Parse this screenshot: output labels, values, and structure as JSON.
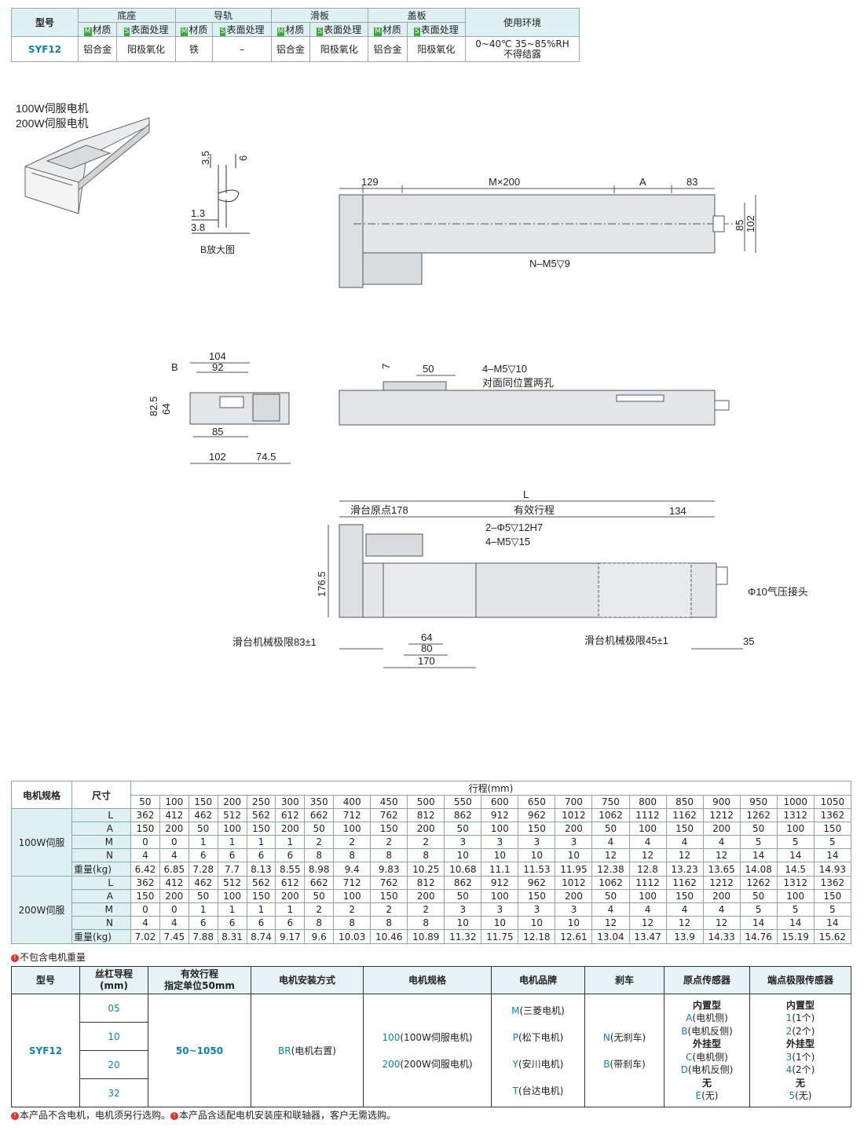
{
  "spec_table": {
    "headers": {
      "model": "型号",
      "base": "底座",
      "rail": "导轨",
      "slide": "滑板",
      "cover": "盖板",
      "env": "使用环境",
      "material_badge": "M",
      "material": "材质",
      "surface_badge": "S",
      "surface": "表面处理"
    },
    "row": {
      "model": "SYF12",
      "base_material": "铝合金",
      "base_surface": "阳极氧化",
      "rail_material": "铁",
      "rail_surface": "–",
      "slide_material": "铝合金",
      "slide_surface": "阳极氧化",
      "cover_material": "铝合金",
      "cover_surface": "阳极氧化",
      "env_line1": "0~40℃ 35~85%RH",
      "env_line2": "不得结露"
    }
  },
  "drawing": {
    "motor_line1": "100W伺服电机",
    "motor_line2": "200W伺服电机",
    "detail_caption": "B放大图",
    "dims": {
      "d3_5": "3.5",
      "d6": "6",
      "d1_3": "1.3",
      "d3_8": "3.8",
      "d129": "129",
      "m200": "M×200",
      "a": "A",
      "d83": "83",
      "d85": "85",
      "d102": "102",
      "nm5": "N–M5▽9",
      "d104": "104",
      "d92": "92",
      "b": "B",
      "d82_5": "82.5",
      "d64": "64",
      "d85b": "85",
      "d102b": "102",
      "d74_5": "74.5",
      "d7": "7",
      "d50": "50",
      "m5_10": "4–M5▽10",
      "same_pos": "对面同位置两孔",
      "L": "L",
      "origin": "滑台原点178",
      "eff": "有效行程",
      "d134": "134",
      "phi5": "2–Φ5▽12H7",
      "m5_15": "4–M5▽15",
      "d176_5": "176.5",
      "phi10": "Φ10气压接头",
      "limit_left": "滑台机械极限83±1",
      "d64b": "64",
      "d80": "80",
      "d170": "170",
      "limit_right": "滑台机械极限45±1",
      "d35": "35"
    }
  },
  "stroke_table": {
    "col_motor": "电机规格",
    "col_size": "尺寸",
    "col_stroke": "行程(mm)",
    "strokes": [
      "50",
      "100",
      "150",
      "200",
      "250",
      "300",
      "350",
      "400",
      "450",
      "500",
      "550",
      "600",
      "650",
      "700",
      "750",
      "800",
      "850",
      "900",
      "950",
      "1000",
      "1050"
    ],
    "groups": [
      {
        "motor": "100W伺服",
        "rows": [
          {
            "label": "L",
            "values": [
              "362",
              "412",
              "462",
              "512",
              "562",
              "612",
              "662",
              "712",
              "762",
              "812",
              "862",
              "912",
              "962",
              "1012",
              "1062",
              "1112",
              "1162",
              "1212",
              "1262",
              "1312",
              "1362"
            ]
          },
          {
            "label": "A",
            "values": [
              "150",
              "200",
              "50",
              "100",
              "150",
              "200",
              "50",
              "100",
              "150",
              "200",
              "50",
              "100",
              "150",
              "200",
              "50",
              "100",
              "150",
              "200",
              "50",
              "100",
              "150"
            ]
          },
          {
            "label": "M",
            "values": [
              "0",
              "0",
              "1",
              "1",
              "1",
              "1",
              "2",
              "2",
              "2",
              "2",
              "3",
              "3",
              "3",
              "3",
              "4",
              "4",
              "4",
              "4",
              "5",
              "5",
              "5"
            ]
          },
          {
            "label": "N",
            "values": [
              "4",
              "4",
              "6",
              "6",
              "6",
              "6",
              "8",
              "8",
              "8",
              "8",
              "10",
              "10",
              "10",
              "10",
              "12",
              "12",
              "12",
              "12",
              "14",
              "14",
              "14"
            ]
          },
          {
            "label": "重量(kg)",
            "values": [
              "6.42",
              "6.85",
              "7.28",
              "7.7",
              "8.13",
              "8.55",
              "8.98",
              "9.4",
              "9.83",
              "10.25",
              "10.68",
              "11.1",
              "11.53",
              "11.95",
              "12.38",
              "12.8",
              "13.23",
              "13.65",
              "14.08",
              "14.5",
              "14.93"
            ]
          }
        ]
      },
      {
        "motor": "200W伺服",
        "rows": [
          {
            "label": "L",
            "values": [
              "362",
              "412",
              "462",
              "512",
              "562",
              "612",
              "662",
              "712",
              "762",
              "812",
              "862",
              "912",
              "962",
              "1012",
              "1062",
              "1112",
              "1162",
              "1212",
              "1262",
              "1312",
              "1362"
            ]
          },
          {
            "label": "A",
            "values": [
              "150",
              "200",
              "50",
              "100",
              "150",
              "200",
              "50",
              "100",
              "150",
              "200",
              "50",
              "100",
              "150",
              "200",
              "50",
              "100",
              "150",
              "200",
              "50",
              "100",
              "150"
            ]
          },
          {
            "label": "M",
            "values": [
              "0",
              "0",
              "1",
              "1",
              "1",
              "1",
              "2",
              "2",
              "2",
              "2",
              "3",
              "3",
              "3",
              "3",
              "4",
              "4",
              "4",
              "4",
              "5",
              "5",
              "5"
            ]
          },
          {
            "label": "N",
            "values": [
              "4",
              "4",
              "6",
              "6",
              "6",
              "6",
              "8",
              "8",
              "8",
              "8",
              "10",
              "10",
              "10",
              "10",
              "12",
              "12",
              "12",
              "12",
              "14",
              "14",
              "14"
            ]
          },
          {
            "label": "重量(kg)",
            "values": [
              "7.02",
              "7.45",
              "7.88",
              "8.31",
              "8.74",
              "9.17",
              "9.6",
              "10.03",
              "10.46",
              "10.89",
              "11.32",
              "11.75",
              "12.18",
              "12.61",
              "13.04",
              "13.47",
              "13.9",
              "14.33",
              "14.76",
              "15.19",
              "15.62"
            ]
          }
        ]
      }
    ],
    "note": "不包含电机重量"
  },
  "order_table": {
    "headers": [
      "型号",
      "丝杠导程\n(mm)",
      "有效行程\n指定单位50mm",
      "电机安装方式",
      "电机规格",
      "电机品牌",
      "刹车",
      "原点传感器",
      "端点极限传感器"
    ],
    "model": "SYF12",
    "leads": [
      "05",
      "10",
      "20",
      "32"
    ],
    "stroke_range": "50~1050",
    "mount": {
      "code": "BR",
      "text": "(电机右置)"
    },
    "motor_specs": [
      {
        "code": "100",
        "text": "(100W伺服电机)"
      },
      {
        "code": "200",
        "text": "(200W伺服电机)"
      }
    ],
    "brands": [
      {
        "code": "M",
        "text": "(三菱电机)"
      },
      {
        "code": "P",
        "text": "(松下电机)"
      },
      {
        "code": "Y",
        "text": "(安川电机)"
      },
      {
        "code": "T",
        "text": "(台达电机)"
      }
    ],
    "brakes": [
      {
        "code": "N",
        "text": "(无刹车)"
      },
      {
        "code": "B",
        "text": "(带刹车)"
      }
    ],
    "origin_sensor": {
      "internal": "内置型",
      "a": {
        "code": "A",
        "text": "(电机侧)"
      },
      "b": {
        "code": "B",
        "text": "(电机反侧)"
      },
      "external": "外挂型",
      "c": {
        "code": "C",
        "text": "(电机侧)"
      },
      "d": {
        "code": "D",
        "text": "(电机反侧)"
      },
      "none": "无",
      "e": {
        "code": "E",
        "text": "(无)"
      }
    },
    "limit_sensor": {
      "internal": "内置型",
      "one": {
        "code": "1",
        "text": "(1个)"
      },
      "two": {
        "code": "2",
        "text": "(2个)"
      },
      "external": "外挂型",
      "three": {
        "code": "3",
        "text": "(1个)"
      },
      "four": {
        "code": "4",
        "text": "(2个)"
      },
      "none": "无",
      "five": {
        "code": "5",
        "text": "(无)"
      }
    },
    "footnote1": "本产品不含电机，电机须另行选购。",
    "footnote2": "本产品含适配电机安装座和联轴器，客户无需选购。"
  }
}
